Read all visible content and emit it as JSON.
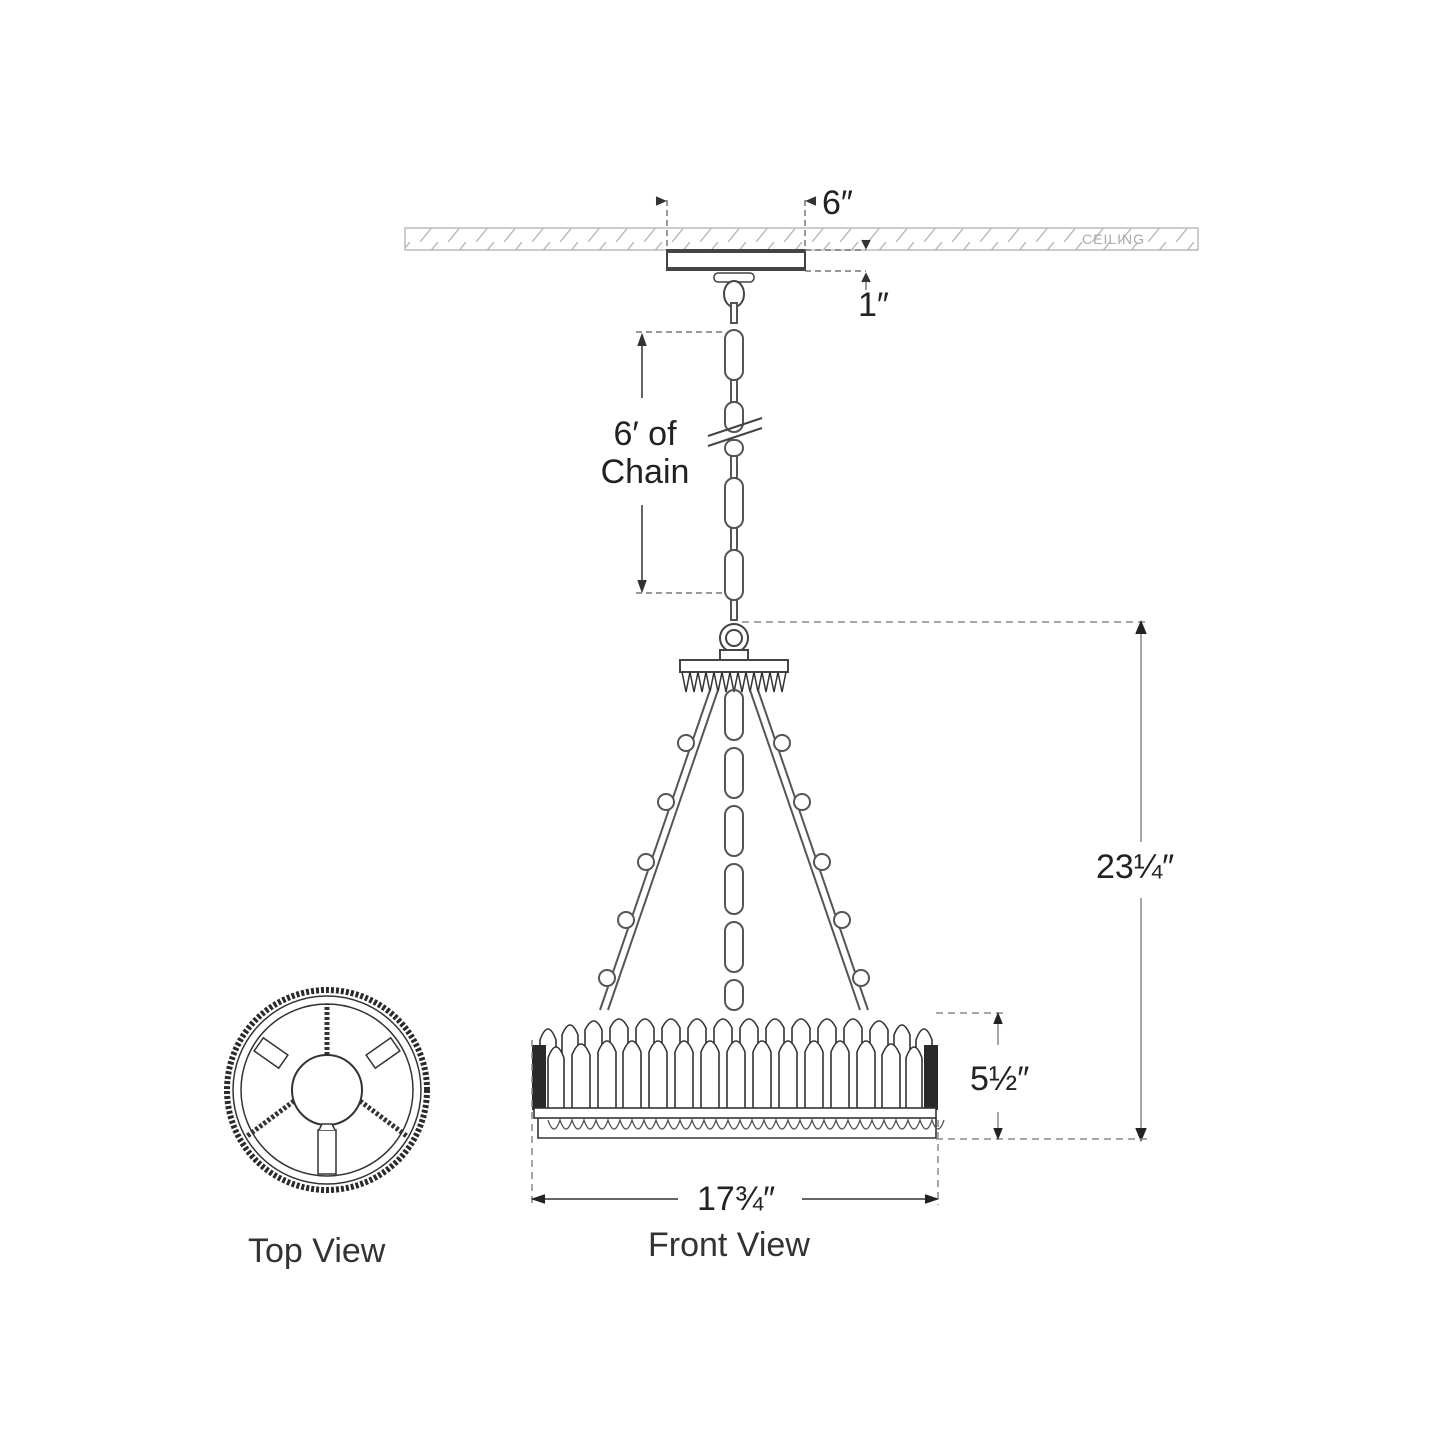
{
  "ceiling": {
    "label": "CEILING"
  },
  "dimensions": {
    "canopy_width": "6″",
    "canopy_height": "1″",
    "chain_length_line1": "6′ of",
    "chain_length_line2": "Chain",
    "overall_height": "23¼″",
    "shade_height": "5½″",
    "overall_width": "17¾″"
  },
  "views": {
    "top": "Top View",
    "front": "Front View"
  },
  "colors": {
    "line": "#333333",
    "dash": "#888888",
    "hatch": "#bbbbbb",
    "dark_fill": "#2a2a2a"
  }
}
